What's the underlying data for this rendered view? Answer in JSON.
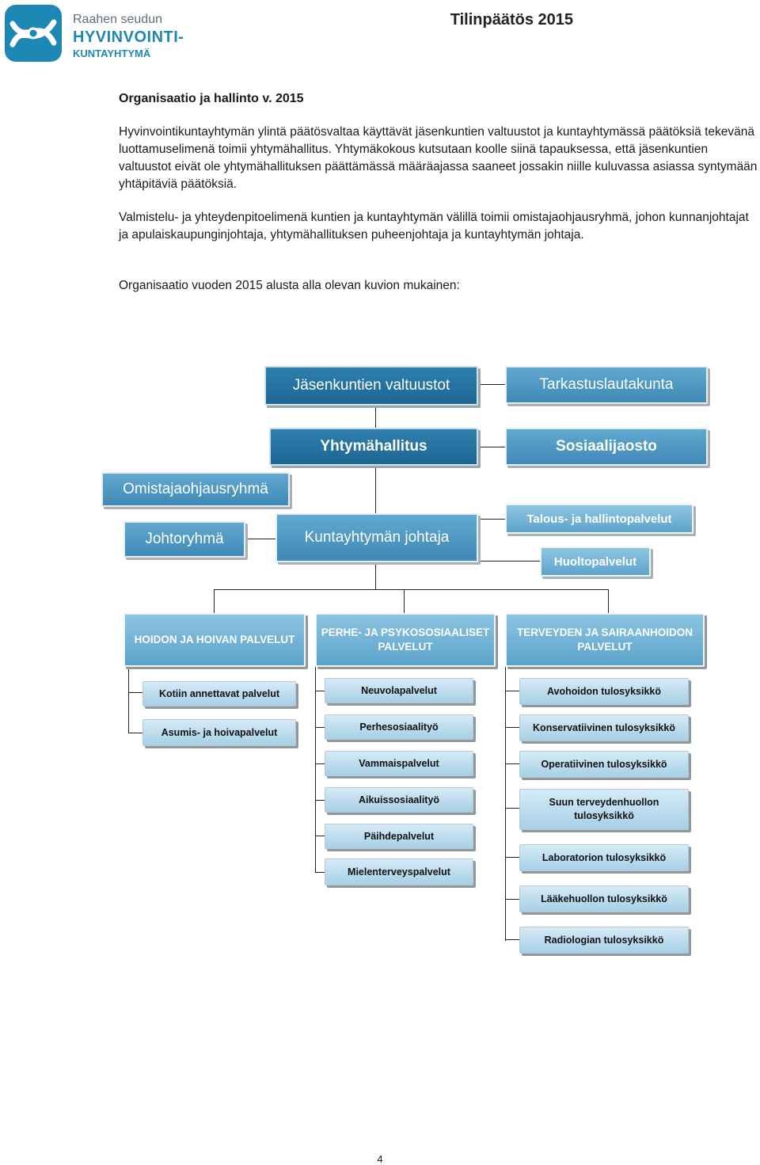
{
  "header": {
    "logo_line1": "Raahen seudun",
    "logo_line2": "HYVINVOINTI-",
    "logo_line3": "KUNTAYHTYMÄ",
    "title": "Tilinpäätös 2015"
  },
  "section_heading": "Organisaatio ja hallinto v. 2015",
  "paragraphs": [
    "Hyvinvointikuntayhtymän ylintä päätösvaltaa käyttävät jäsenkuntien valtuustot ja kuntayhtymässä päätöksiä tekevänä luottamuselimenä toimii yhtymähallitus. Yhtymäkokous kutsutaan koolle siinä tapauksessa, että jäsenkuntien valtuustot eivät ole yhtymähallituksen päättämässä määräajassa saaneet jossakin niille kuluvassa asiassa syntymään yhtäpitäviä päätöksiä.",
    "Valmistelu- ja yhteydenpitoelimenä kuntien ja kuntayhtymän välillä toimii omistajaohjausryhmä, johon kunnanjohtajat ja apulaiskaupunginjohtaja, yhtymähallituksen puheenjohtaja ja kuntayhtymän johtaja.",
    "Organisaatio vuoden 2015 alusta alla olevan kuvion mukainen:"
  ],
  "org": {
    "jasenkunnat": "Jäsenkuntien valtuustot",
    "tarkastus": "Tarkastuslautakunta",
    "hallitus": "Yhtymähallitus",
    "sosiaali": "Sosiaalijaosto",
    "omistaja": "Omistajaohjausryhmä",
    "johtoryhma": "Johtoryhmä",
    "johtaja": "Kuntayhtymän johtaja",
    "talous": "Talous- ja hallintopalvelut",
    "huolto": "Huoltopalvelut",
    "sections": [
      {
        "title": "HOIDON JA HOIVAN PALVELUT",
        "items": [
          "Kotiin annettavat palvelut",
          "Asumis- ja hoivapalvelut"
        ]
      },
      {
        "title": "PERHE- JA PSYKOSOSIAALISET PALVELUT",
        "items": [
          "Neuvolapalvelut",
          "Perhesosiaalityö",
          "Vammaispalvelut",
          "Aikuissosiaalityö",
          "Päihdepalvelut",
          "Mielenterveyspalvelut"
        ]
      },
      {
        "title": "TERVEYDEN JA SAIRAANHOIDON PALVELUT",
        "items": [
          "Avohoidon tulosyksikkö",
          "Konservatiivinen tulosyksikkö",
          "Operatiivinen tulosyksikkö",
          "Suun terveydenhuollon tulosyksikkö",
          "Laboratorion tulosyksikkö",
          "Lääkehuollon tulosyksikkö",
          "Radiologian tulosyksikkö"
        ]
      }
    ]
  },
  "page_number": "4"
}
